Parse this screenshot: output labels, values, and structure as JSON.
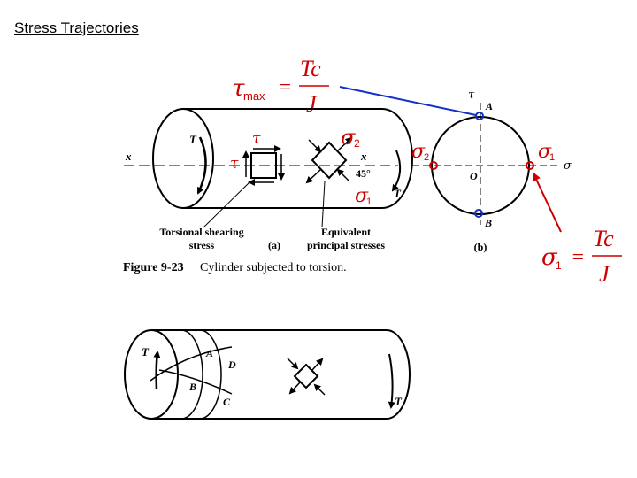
{
  "title": "Stress Trajectories",
  "colors": {
    "accent_red": "#cc0000",
    "accent_blue": "#1030c8",
    "ink": "#000000"
  },
  "eq_top": {
    "symbol": "τ",
    "sub": "max",
    "equals": "=",
    "num": "Tc",
    "den": "J"
  },
  "eq_bottom": {
    "symbol": "σ",
    "sub": "1",
    "equals": "=",
    "num": "Tc",
    "den": "J"
  },
  "red_sigma2": {
    "symbol": "σ",
    "sub": "2"
  },
  "red_sigma2_circle": {
    "symbol": "σ",
    "sub": "2"
  },
  "red_sigma1_circle": {
    "symbol": "σ",
    "sub": "1"
  },
  "red_sigma1_diagram": {
    "symbol": "σ",
    "sub": "1"
  },
  "fig_a": {
    "T_left": "T",
    "x_left": "x",
    "x_right": "x",
    "tau_top": "τ",
    "tau_left": "τ",
    "angle": "45°",
    "T_right": "T",
    "caption_left_1": "Torsional shearing",
    "caption_left_2": "stress",
    "part": "(a)",
    "caption_right_1": "Equivalent",
    "caption_right_2": "principal stresses"
  },
  "fig_b": {
    "tau_axis": "τ",
    "A": "A",
    "O": "O",
    "B": "B",
    "sigma_axis": "σ",
    "part": "(b)"
  },
  "figure_caption": {
    "number": "Figure 9-23",
    "text": "Cylinder subjected to torsion."
  },
  "fig_lower": {
    "T_left": "T",
    "A": "A",
    "D": "D",
    "B": "B",
    "C": "C",
    "T_right": "T"
  }
}
